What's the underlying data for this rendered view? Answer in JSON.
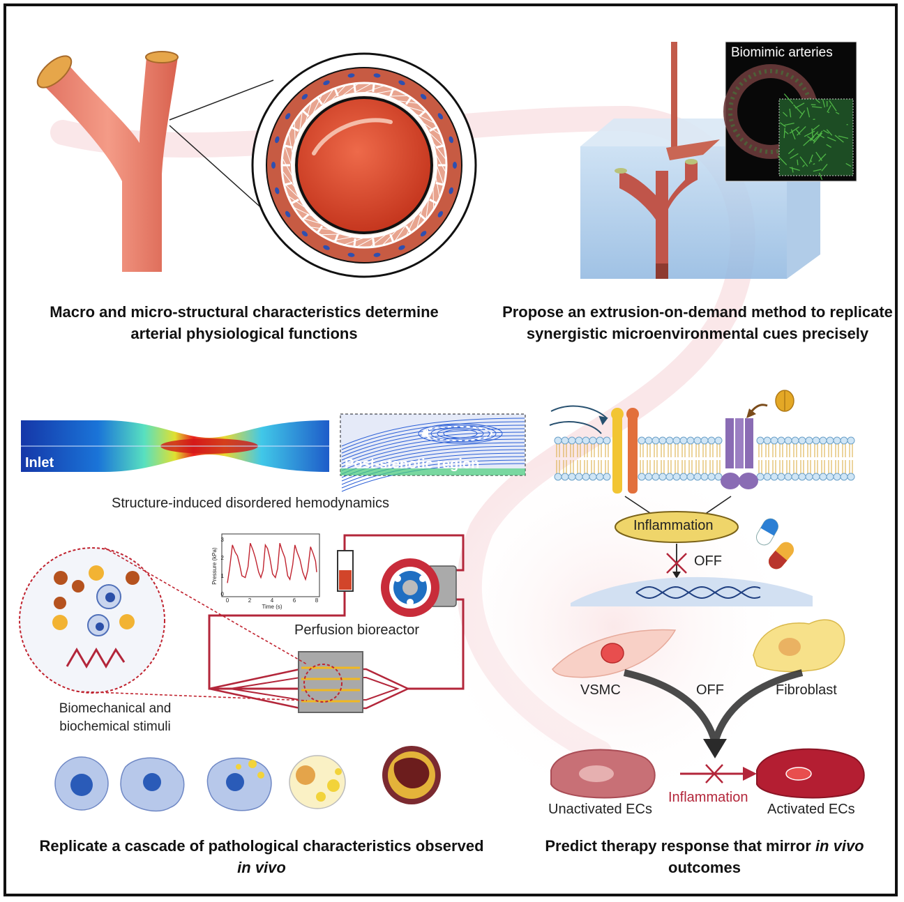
{
  "panel1": {
    "caption": "Macro and micro-structural characteristics determine arterial physiological functions"
  },
  "panel2": {
    "caption": "Propose an extrusion-on-demand method to replicate synergistic microenvironmental cues precisely",
    "inset_label": "Biomimic arteries"
  },
  "panel3": {
    "inlet_label": "Inlet",
    "post_label": "Post-stenotic region",
    "caption": "Structure-induced disordered hemodynamics",
    "bioreactor_label": "Perfusion bioreactor",
    "stimuli_label_line1": "Biomechanical and",
    "stimuli_label_line2": "biochemical stimuli",
    "caption_main": "Replicate a cascade of pathological characteristics observed",
    "caption_italic": "in vivo",
    "pressure_plot": {
      "ylabel": "Pressure (kPa)",
      "xlabel": "Time (s)",
      "yticks": [
        "3",
        "2",
        "1",
        "0"
      ],
      "xticks": [
        "0",
        "2",
        "4",
        "6",
        "8"
      ]
    }
  },
  "panel4": {
    "inflammation": "Inflammation",
    "off": "OFF",
    "vsmc": "VSMC",
    "off2": "OFF",
    "fibroblast": "Fibroblast",
    "unactivated": "Unactivated ECs",
    "inflammation2": "Inflammation",
    "activated": "Activated ECs",
    "caption_pre": "Predict therapy response that mirror",
    "caption_italic": "in vivo",
    "caption_post": "outcomes"
  },
  "chart_data": {
    "type": "line",
    "xlabel": "Time (s)",
    "ylabel": "Pressure (kPa)",
    "xlim": [
      0,
      8
    ],
    "ylim": [
      0,
      3
    ],
    "x": [
      0,
      0.2,
      0.45,
      0.7,
      0.9,
      1.1,
      1.3,
      1.6,
      1.85,
      2.05,
      2.3,
      2.5,
      2.8,
      3.0,
      3.2,
      3.4,
      3.6,
      3.8,
      4.05,
      4.3,
      4.5,
      4.7,
      4.9,
      5.15,
      5.4,
      5.6,
      5.85,
      6.05,
      6.25,
      6.5,
      6.75,
      7.0,
      7.2,
      7.45,
      7.7,
      7.9,
      8.0
    ],
    "values": [
      0.6,
      1.4,
      2.7,
      2.3,
      2.1,
      1.6,
      1.0,
      0.9,
      1.5,
      2.8,
      2.4,
      2.0,
      1.2,
      0.9,
      1.3,
      2.7,
      2.5,
      2.0,
      1.1,
      0.9,
      1.4,
      2.8,
      2.4,
      2.0,
      1.0,
      0.8,
      1.6,
      2.7,
      2.3,
      1.9,
      1.2,
      0.8,
      1.3,
      2.6,
      2.2,
      1.8,
      1.2
    ]
  }
}
